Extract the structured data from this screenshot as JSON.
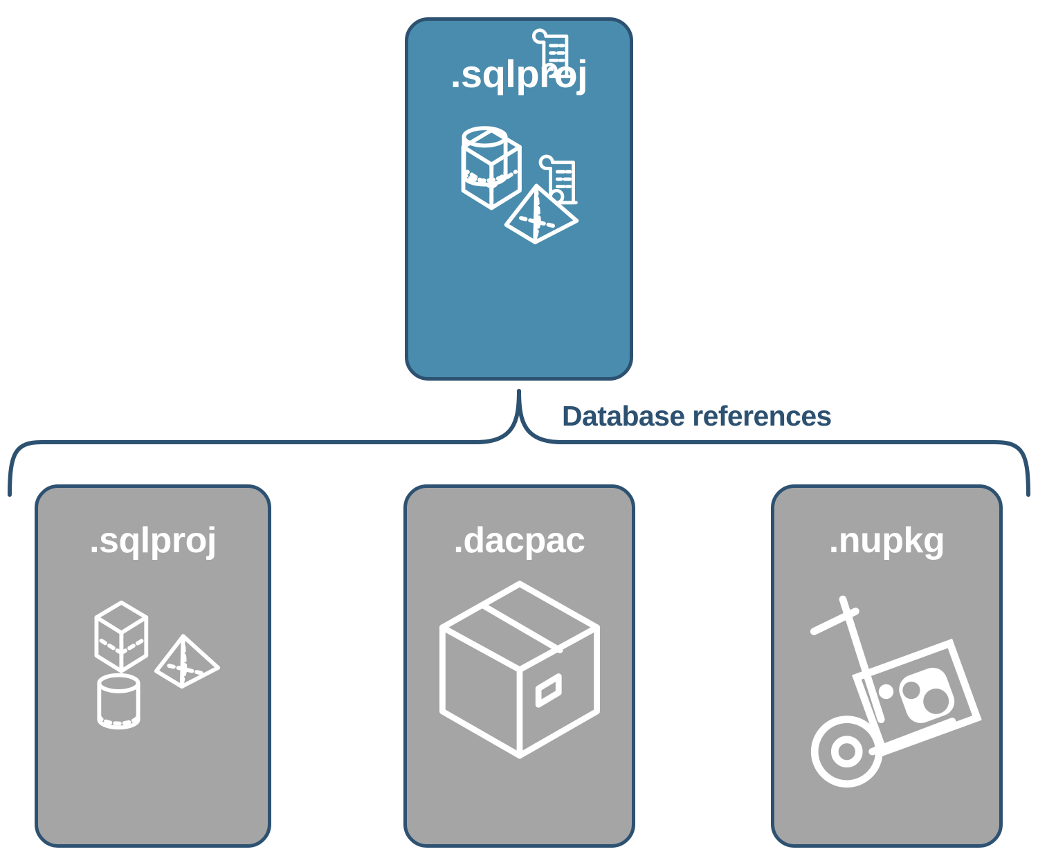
{
  "diagram": {
    "title_text": "Database references",
    "colors": {
      "primary_card": "#4a8cad",
      "secondary_card": "#a5a5a5",
      "border": "#2d5171",
      "label_text": "#2d5171",
      "card_text": "#ffffff",
      "background": "#ffffff"
    }
  },
  "top_card": {
    "label": ".sqlproj",
    "icons": [
      {
        "name": "cube-wireframe-icon"
      },
      {
        "name": "scroll-document-icon"
      },
      {
        "name": "pyramid-wireframe-icon"
      },
      {
        "name": "cylinder-wireframe-icon"
      },
      {
        "name": "scroll-document-icon"
      }
    ]
  },
  "connector": {
    "label": "Database references"
  },
  "reference_cards": [
    {
      "label": ".sqlproj",
      "icons": [
        {
          "name": "cube-wireframe-icon"
        },
        {
          "name": "pyramid-wireframe-icon"
        },
        {
          "name": "cylinder-wireframe-icon"
        }
      ]
    },
    {
      "label": ".dacpac",
      "icons": [
        {
          "name": "package-box-icon"
        }
      ]
    },
    {
      "label": ".nupkg",
      "icons": [
        {
          "name": "hand-truck-package-icon"
        }
      ]
    }
  ]
}
